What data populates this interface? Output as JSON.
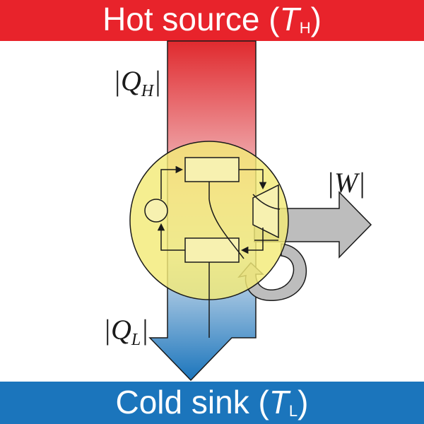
{
  "hot_source": {
    "label": "Hot source (",
    "symbol": "T",
    "subscript": "H",
    "close": ")",
    "color": "#e8232b"
  },
  "cold_sink": {
    "label": "Cold sink (",
    "symbol": "T",
    "subscript": "L",
    "close": ")",
    "color": "#1b75bc"
  },
  "heat_in": {
    "bar_left": "|",
    "symbol": "Q",
    "subscript": "H",
    "bar_right": "|"
  },
  "heat_out": {
    "bar_left": "|",
    "symbol": "Q",
    "subscript": "L",
    "bar_right": "|"
  },
  "work": {
    "bar_left": "|",
    "symbol": "W",
    "bar_right": "|"
  },
  "colors": {
    "engine_fill": "#f3ea78",
    "work_arrow": "#bdbdbd",
    "line": "#1a1a1a"
  }
}
